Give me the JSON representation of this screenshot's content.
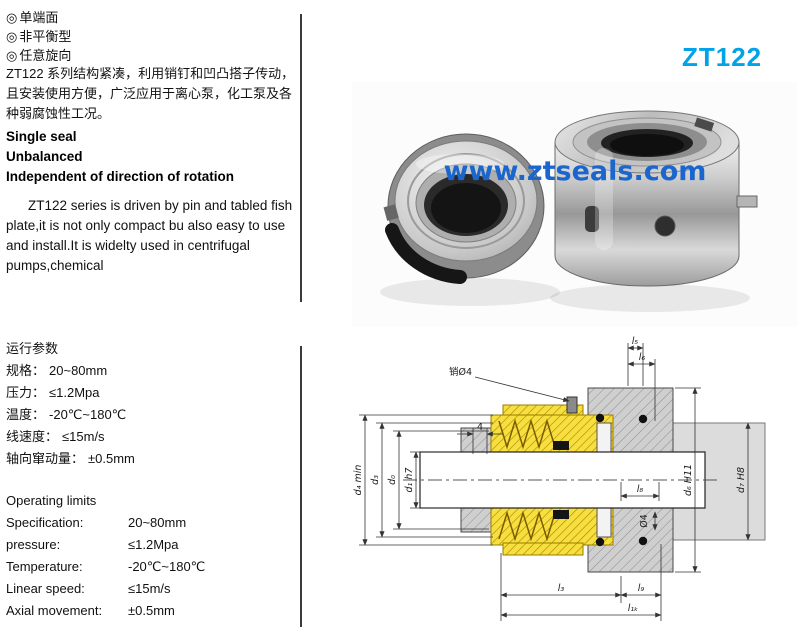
{
  "header": {
    "model": "ZT122",
    "accent_color": "#00a3e8"
  },
  "left": {
    "bullet_marker": "◎",
    "bullets_cn": [
      "单端面",
      "非平衡型",
      "任意旋向"
    ],
    "desc_cn": "ZT122 系列结构紧凑，利用销钉和凹凸搭子传动，且安装使用方便，广泛应用于离心泵，化工泵及各种弱腐蚀性工况。",
    "features_en": [
      "Single seal",
      "Unbalanced",
      "Independent of direction of rotation"
    ],
    "desc_en": "ZT122 series is driven by pin and tabled fish plate,it is not only compact bu also easy to use and install.It is widelty used in centrifugal pumps,chemical",
    "params_cn": {
      "title": "运行参数",
      "rows": [
        {
          "label": "规格：",
          "value": "20~80mm"
        },
        {
          "label": "压力：",
          "value": "≤1.2Mpa"
        },
        {
          "label": "温度：",
          "value": "-20℃~180℃"
        },
        {
          "label": "线速度：",
          "value": "≤15m/s"
        },
        {
          "label": "轴向窜动量：",
          "value": "±0.5mm"
        }
      ]
    },
    "params_en": {
      "title": "Operating limits",
      "rows": [
        {
          "label": "Specification:",
          "value": "20~80mm"
        },
        {
          "label": "pressure:",
          "value": "≤1.2Mpa"
        },
        {
          "label": "Temperature:",
          "value": "-20℃~180℃"
        },
        {
          "label": "Linear speed:",
          "value": "≤15m/s"
        },
        {
          "label": "Axial movement:",
          "value": "±0.5mm"
        }
      ]
    }
  },
  "photo": {
    "watermark": "www.ztseals.com",
    "watermark_color": "#1b66cc"
  },
  "drawing": {
    "pin": "销Ø4",
    "dim4": "4",
    "l5": "l₅",
    "l6": "l₆",
    "l8": "l₈",
    "l3": "l₃",
    "l9": "l₉",
    "l1k": "l₁ₖ",
    "d4": "d₄ min",
    "d3": "d₃",
    "d0": "d₀",
    "d1": "d₁ h7",
    "d6": "d₆ H11",
    "d7": "d₇ H8",
    "phi4": "Ø4"
  }
}
